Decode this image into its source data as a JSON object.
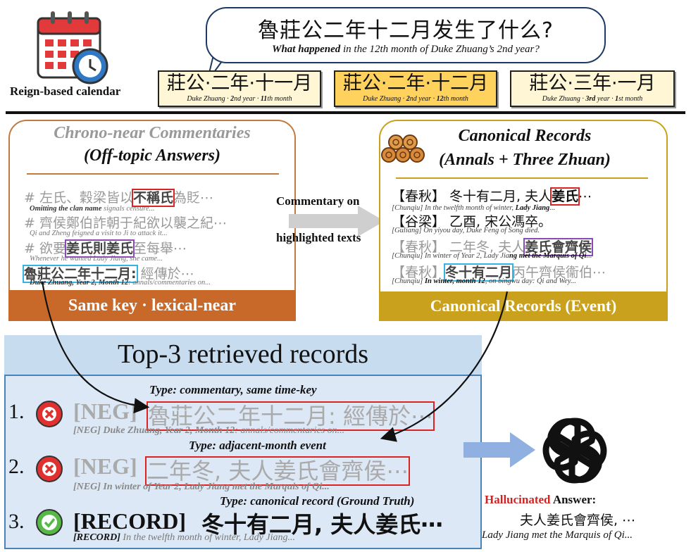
{
  "calendar": {
    "caption": "Reign-based calendar",
    "icon": "calendar-clock-icon"
  },
  "question": {
    "zh": "魯莊公二年十二月发生了什么?",
    "en_bold": "What happened",
    "en_rest": " in the 12th month of Duke Zhuang’s 2nd year?"
  },
  "chips": [
    {
      "zh": "莊公·二年·十一月",
      "en_a": "Duke Zhuang · ",
      "en_b": "2",
      "en_c": "nd year · ",
      "en_d": "11",
      "en_e": "th month",
      "selected": false
    },
    {
      "zh": "莊公·二年·十二月",
      "en_a": "Duke Zhuang · ",
      "en_b": "2",
      "en_c": "nd year · ",
      "en_d": "12",
      "en_e": "th month",
      "selected": true
    },
    {
      "zh": "莊公·三年·一月",
      "en_a": "Duke Zhuang · ",
      "en_b": "3rd",
      "en_c": " year · ",
      "en_d": "1",
      "en_e": "st month",
      "selected": false
    }
  ],
  "left_panel": {
    "title1": "Chrono-near Commentaries",
    "title2": "(Off-topic Answers)",
    "footer": "Same key · lexical-near",
    "lines": [
      {
        "zh_pre": "# 左氏、穀梁皆以",
        "zh_box": "不稱氏",
        "zh_post": "為貶⋯",
        "en_bold": "Omitting the clan name",
        "en_rest": " signals censure..."
      },
      {
        "zh_pre": "# 齊侯鄭伯詐朝于紀欲以襲之紀⋯",
        "zh_box": "",
        "zh_post": "",
        "en_bold": "",
        "en_rest": "Qi and Zheng feigned a visit to Ji to attack it..."
      },
      {
        "zh_pre": "# 欲要",
        "zh_box": "姜氏則姜氏",
        "zh_post": "至每舉⋯",
        "en_bold": "",
        "en_rest": "Whenever he wanted Lady Jiang, she came..."
      },
      {
        "zh_pre": "",
        "zh_box": "魯莊公二年十二月:",
        "zh_post": " 經傳於⋯",
        "en_bold": "Duke Zhuang, Year 2, Month 12",
        "en_rest": ": annals/commentaries on..."
      }
    ]
  },
  "middle": {
    "label1": "Commentary on",
    "label2": "highlighted texts"
  },
  "right_panel": {
    "title1": "Canonical Records",
    "title2": "(Annals + Three Zhuan)",
    "footer": "Canonical Records (Event)",
    "lines": [
      {
        "zh_pre": "【春秋】 冬十有二月, 夫人",
        "zh_box": "姜氏",
        "zh_post": "⋯",
        "en": "[Chunqiu] In the twelfth month of winter, ",
        "en_bold": "Lady Jiang",
        "en_tail": "..."
      },
      {
        "zh_pre": "【谷梁】 乙酉, 宋公馮卒。",
        "zh_box": "",
        "zh_post": "",
        "en": "[Guliang] On yiyou day, Duke Feng of Song died.",
        "en_bold": "",
        "en_tail": ""
      },
      {
        "zh_pre": "【春秋】 二年冬, 夫人",
        "zh_box": "姜氏會齊侯",
        "zh_post": "",
        "en": "[Chunqiu] In winter of Year 2, Lady Jia",
        "en_bold": "ng met the Marquis of Qi",
        "en_tail": "..."
      },
      {
        "zh_pre": "【春秋】",
        "zh_box": "冬十有二月",
        "zh_post": "丙午齊侯衞伯⋯",
        "en": "[Chunqiu] ",
        "en_bold": "In winter, month 12",
        "en_tail": ", on bingwu day: Qi and Wey..."
      }
    ]
  },
  "retrieval": {
    "title": "Top-3 retrieved records",
    "rows": [
      {
        "type": "Type: commentary, same time-key",
        "rank": "1.",
        "tag": "[NEG]",
        "text": "魯莊公二年十二月: 經傳於⋯",
        "sub_bold": "[NEG] Duke Zhuang, Year 2, Month 12",
        "sub_rest": ": annals/commentaries on...",
        "status": "wrong"
      },
      {
        "type": "Type: adjacent-month event",
        "rank": "2.",
        "tag": "[NEG]",
        "text": "二年冬, 夫人姜氏會齊侯⋯",
        "sub_bold": "[NEG] In winter of Year 2, Lady Jiang met the Marquis of Qi...",
        "sub_rest": "",
        "status": "wrong"
      },
      {
        "type": "Type: canonical record (Ground Truth)",
        "rank": "3.",
        "tag": "[RECORD]",
        "text": "冬十有二月, 夫人姜氏⋯",
        "sub_bold": "[RECORD]",
        "sub_rest": " In the twelfth month of winter, Lady Jiang...",
        "status": "correct"
      }
    ]
  },
  "answer": {
    "hallucinated": "Hallucinated",
    "label": " Answer:",
    "zh": "夫人姜氏會齊侯, ⋯",
    "en": "Lady Jiang met the Marquis of Qi..."
  },
  "colors": {
    "red": "#d22222",
    "purple": "#8a4ab8",
    "cyan": "#36b3e0",
    "orange": "#c8692a",
    "gold": "#c9a11c",
    "blue": "#4a83b8"
  }
}
